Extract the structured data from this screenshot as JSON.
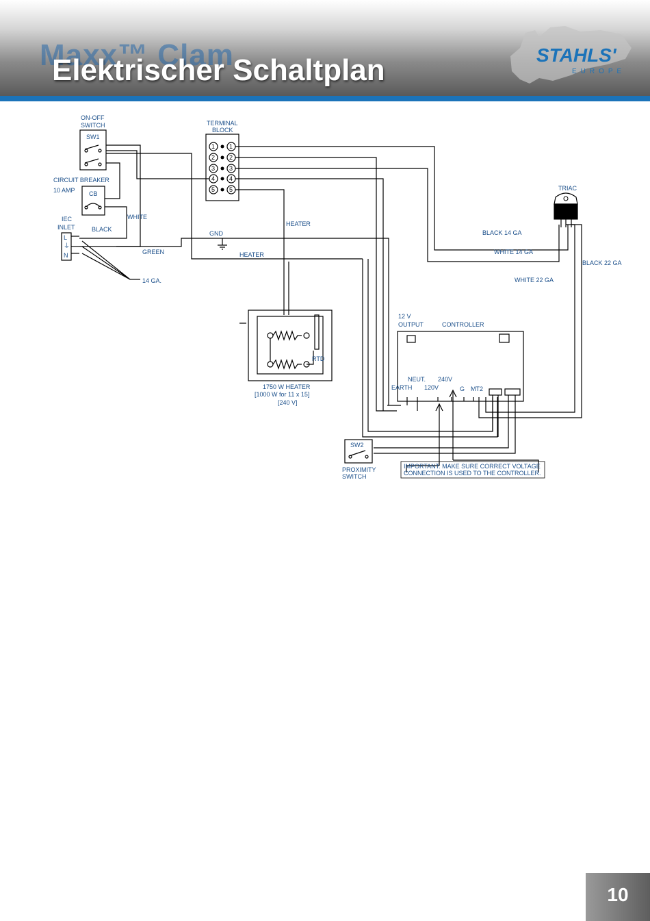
{
  "header": {
    "ghost_title": "Maxx™ Clam",
    "title": "Elektrischer Schaltplan",
    "logo_text": "STAHLS'",
    "logo_subtext": "EUROPE",
    "accent_color": "#1b73b9"
  },
  "diagram": {
    "switch_title_1": "ON-OFF",
    "switch_title_2": "SWITCH",
    "sw1": "SW1",
    "breaker_title": "CIRCUIT BREAKER",
    "breaker_amp": "10 AMP",
    "cb": "CB",
    "iec_1": "IEC",
    "iec_2": "INLET",
    "pin_l": "L",
    "pin_g": "⏚",
    "pin_n": "N",
    "white": "WHITE",
    "black": "BLACK",
    "green": "GREEN",
    "gauge_14": "14 GA.",
    "terminal_1": "TERMINAL",
    "terminal_2": "BLOCK",
    "tb_numbers": [
      "1",
      "2",
      "3",
      "4",
      "5"
    ],
    "gnd": "GND",
    "heater_1": "HEATER",
    "heater_2": "HEATER",
    "triac": "TRIAC",
    "black_14": "BLACK 14 GA",
    "white_14": "WHITE 14 GA",
    "black_22": "BLACK 22 GA",
    "white_22": "WHITE 22 GA",
    "rtd": "RTD",
    "heater_label_1": "1750 W HEATER",
    "heater_label_2": "[1000 W for 11 x 15]",
    "heater_label_3": "[240 V]",
    "out_1": "12 V",
    "out_2": "OUTPUT",
    "controller": "CONTROLLER",
    "neut": "NEUT.",
    "v240": "240V",
    "earth": "EARTH",
    "v120": "120V",
    "g": "G",
    "mt2": "MT2",
    "sw2": "SW2",
    "prox_1": "PROXIMITY",
    "prox_2": "SWITCH",
    "important_1": "IMPORTANT: MAKE SURE CORRECT VOLTAGE",
    "important_2": "CONNECTION IS USED TO THE CONTROLLER."
  },
  "footer": {
    "page_number": "10"
  }
}
